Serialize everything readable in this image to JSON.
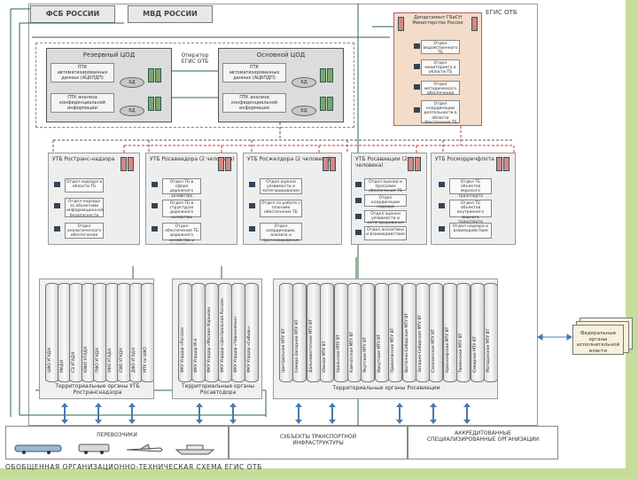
{
  "top_boxes": {
    "fss": "ФСБ РОССИИ",
    "mvd": "МВД РОССИИ"
  },
  "egis_label": "ЕГИС ОТБ",
  "dept_mintrans": {
    "title": "Департамент ГБиСН Министерства России",
    "items": [
      "Отдел ведомственного ТБ",
      "Отдел мониторинга в области ТБ",
      "Отдел методического обеспечения",
      "Отдел координации деятельности в области обеспечения ТБ"
    ]
  },
  "operator_label": "Оператор ЕГИС ОТБ",
  "cod_reserve": {
    "title": "Резервный ЦОД",
    "sub1": "ПТК автоматизированных данных (АЦБПДП)",
    "sub2": "ПТК анализа конфиденциальной информации",
    "db1": "БД",
    "db2": "БД"
  },
  "cod_main": {
    "title": "Основной ЦОД",
    "sub1": "ПТК автоматизированных данных (АЦБПДП)",
    "sub2": "ПТК анализа конфиденциальной информации",
    "db1": "БД",
    "db2": "БД"
  },
  "ugs": [
    {
      "title": "УТБ Ространс-надзора",
      "depts": [
        "Отдел надзора в области ТБ",
        "Отдел надзора за объектами информационной безопасности",
        "Отдел аналитического обеспечения"
      ]
    },
    {
      "title": "УТБ Росавиадора (2 человека)",
      "depts": [
        "Отдел ТБ в сфере дорожного хозяйства",
        "Отдел ТБ в структурах дорожного хозяйства",
        "Отдел обеспечения ТБ дорожного хозяйства и аналитики"
      ]
    },
    {
      "title": "УТБ Росжелдора (2 человека)",
      "depts": [
        "Отдел оценки уязвимости и категорирования",
        "Отдел по работе с планами обеспечения ТБ",
        "Отдел координации, анализа и прогнозирования"
      ]
    },
    {
      "title": "УТБ Росавиации (2 человека)",
      "depts": [
        "Отдел оценки и программ обеспечения ТБ",
        "Отдел координации надзора",
        "Отдел оценки уязвимости и категорирования",
        "Отдел аналитики и взаимодействия"
      ]
    },
    {
      "title": "УТБ Росморречфлота",
      "depts": [
        "Отдел ТБ объектов морского транспорта",
        "Отдел ТБ объектов внутреннего водного транспорта",
        "Отдел надзора и взаимодействия"
      ]
    }
  ],
  "territorial": {
    "rostransnadzor": {
      "label": "Территориальные органы УТБ Ространснадзора",
      "items": [
        "ЦФО УГАДН",
        "МАДН",
        "СЗ УГАДН",
        "ЮФО УГАДН",
        "ПФО УГАДН",
        "УФО УГАДН",
        "СФО УГАДН",
        "ДФО УГАДН",
        "МТУ по ЦФО"
      ]
    },
    "rosavtodor": {
      "label": "Территориальные органы Росавтодора",
      "items": [
        "ФКУ Упрдор «Россия»",
        "ФКУ Упрдор М-4",
        "ФКУ Упрдор «Москва–Харьков»",
        "ФКУ Упрдор «Центральная Россия»",
        "ФКУ Упрдор «Черноземье»",
        "ФКУ Упрдор «Сибирь»"
      ]
    },
    "rosaviatsia": {
      "label": "Территориальные органы Росавиации",
      "items": [
        "Центральное МТУ ВТ",
        "Северо-Западное МТУ ВТ",
        "Дальневосточное МТУ ВТ",
        "Южное МТУ ВТ",
        "Уральское МТУ ВТ",
        "Камчатское МТУ ВТ",
        "Якутское МТУ ВТ",
        "Иркутское МТУ ВТ",
        "Приволжское МТУ ВТ",
        "Восточно-Сибирское МТУ ВТ",
        "Западно-Сибирское МТУ ВТ",
        "Сахалинское МТУ ВТ",
        "Красноярское МТУ ВТ",
        "Тюменское МТУ ВТ",
        "Северное МТУ ВТ",
        "Магаданское МТУ ВТ"
      ]
    }
  },
  "exec_organs": {
    "label": "Федеральные органы исполнительной власти"
  },
  "bottom": {
    "carriers": "ПЕРЕВОЗЧИКИ",
    "infrastructure": "СУБЪЕКТЫ ТРАНСПОРТНОЙ ИНФРАСТРУКТУРЫ",
    "accredited": "АККРЕДИТОВАННЫЕ СПЕЦИАЛИЗИРОВАННЫЕ ОРГАНИЗАЦИИ"
  },
  "caption": "ОБОБЩЕННАЯ ОРГАНИЗАЦИОННО-ТЕХНИЧЕСКАЯ СХЕМА ЕГИС ОТБ"
}
